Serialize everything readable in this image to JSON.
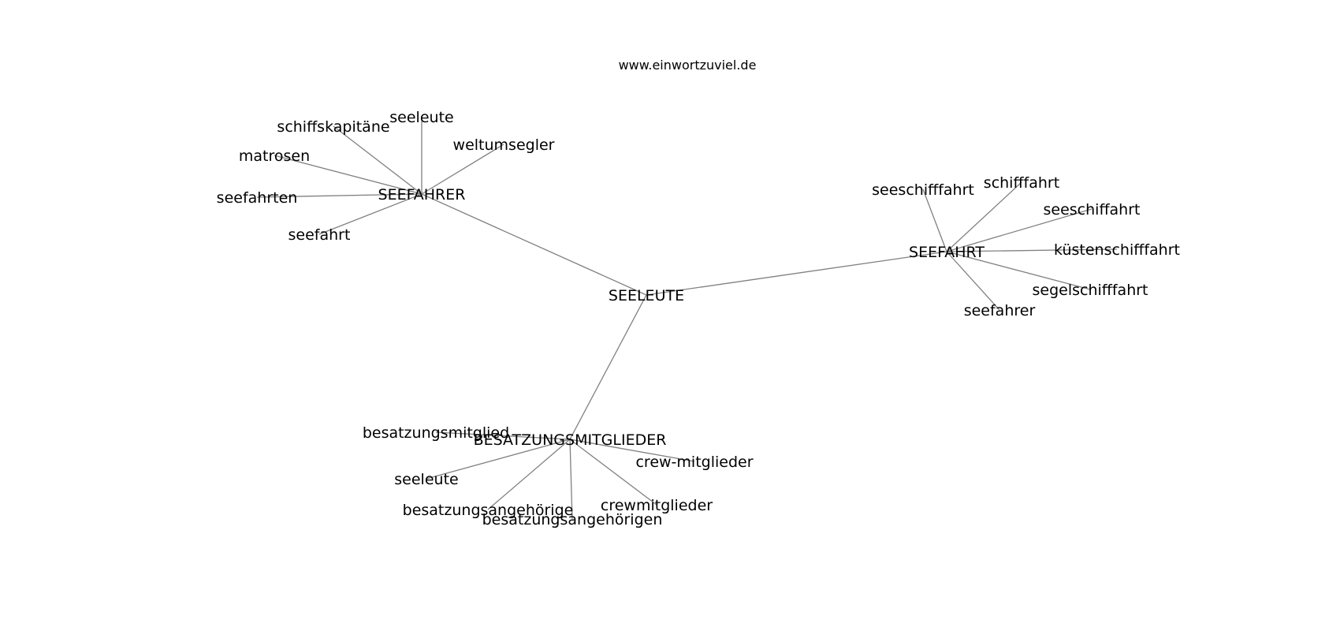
{
  "site": "www.einwortzuviel.de",
  "colors": {
    "edge": "#808080",
    "text": "#000000",
    "background": "#ffffff"
  },
  "graph": {
    "hubs": [
      {
        "id": "seeleute-center",
        "label": "SEELEUTE",
        "children": []
      },
      {
        "id": "seefahrer",
        "label": "SEEFAHRER",
        "parent": "seeleute-center",
        "children": [
          "schiffskapitäne",
          "seeleute",
          "weltumsegler",
          "matrosen",
          "seefahrten",
          "seefahrt"
        ]
      },
      {
        "id": "seefahrt-hub",
        "label": "SEEFAHRT",
        "parent": "seeleute-center",
        "children": [
          "seeschifffahrt",
          "schifffahrt",
          "seeschiffahrt",
          "küstenschifffahrt",
          "segelschifffahrt",
          "seefahrer"
        ]
      },
      {
        "id": "besatzungsmitglieder",
        "label": "BESATZUNGSMITGLIEDER",
        "parent": "seeleute-center",
        "children": [
          "besatzungsmitglied",
          "seeleute",
          "crew-mitglieder",
          "besatzungsangehörige",
          "crewmitglieder",
          "besatzungsangehörigen"
        ]
      }
    ]
  }
}
